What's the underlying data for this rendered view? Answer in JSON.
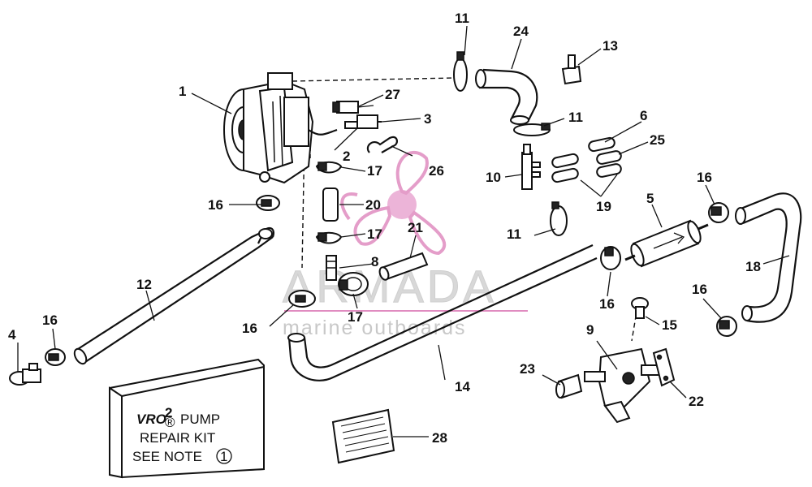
{
  "part_numbers": [
    "1",
    "2",
    "3",
    "4",
    "5",
    "6",
    "8",
    "9",
    "10",
    "11",
    "12",
    "13",
    "14",
    "15",
    "16",
    "17",
    "18",
    "19",
    "20",
    "21",
    "22",
    "23",
    "24",
    "25",
    "26",
    "27",
    "28"
  ],
  "callouts": {
    "c1": "1",
    "c2": "2",
    "c3": "3",
    "c4": "4",
    "c5": "5",
    "c6": "6",
    "c8": "8",
    "c9": "9",
    "c10": "10",
    "c11a": "11",
    "c11b": "11",
    "c11c": "11",
    "c12": "12",
    "c13": "13",
    "c14": "14",
    "c15": "15",
    "c16a": "16",
    "c16b": "16",
    "c16c": "16",
    "c16d": "16",
    "c16e": "16",
    "c16f": "16",
    "c17a": "17",
    "c17b": "17",
    "c17c": "17",
    "c18": "18",
    "c19": "19",
    "c20": "20",
    "c21": "21",
    "c22": "22",
    "c23": "23",
    "c24": "24",
    "c25": "25",
    "c26": "26",
    "c27": "27",
    "c28": "28"
  },
  "kit_box": {
    "brand": "VRO",
    "brand_super": "2",
    "brand_mark": "®",
    "line1_rest": "PUMP",
    "line2": "REPAIR KIT",
    "line3": "SEE NOTE",
    "note_ref": "1"
  },
  "watermark": {
    "main": "ARMADA",
    "sub": "marine outboards",
    "accent_color": "#e08cc0"
  },
  "colors": {
    "ink": "#111111",
    "background": "#ffffff",
    "watermark_logo": "#e08cc0"
  }
}
